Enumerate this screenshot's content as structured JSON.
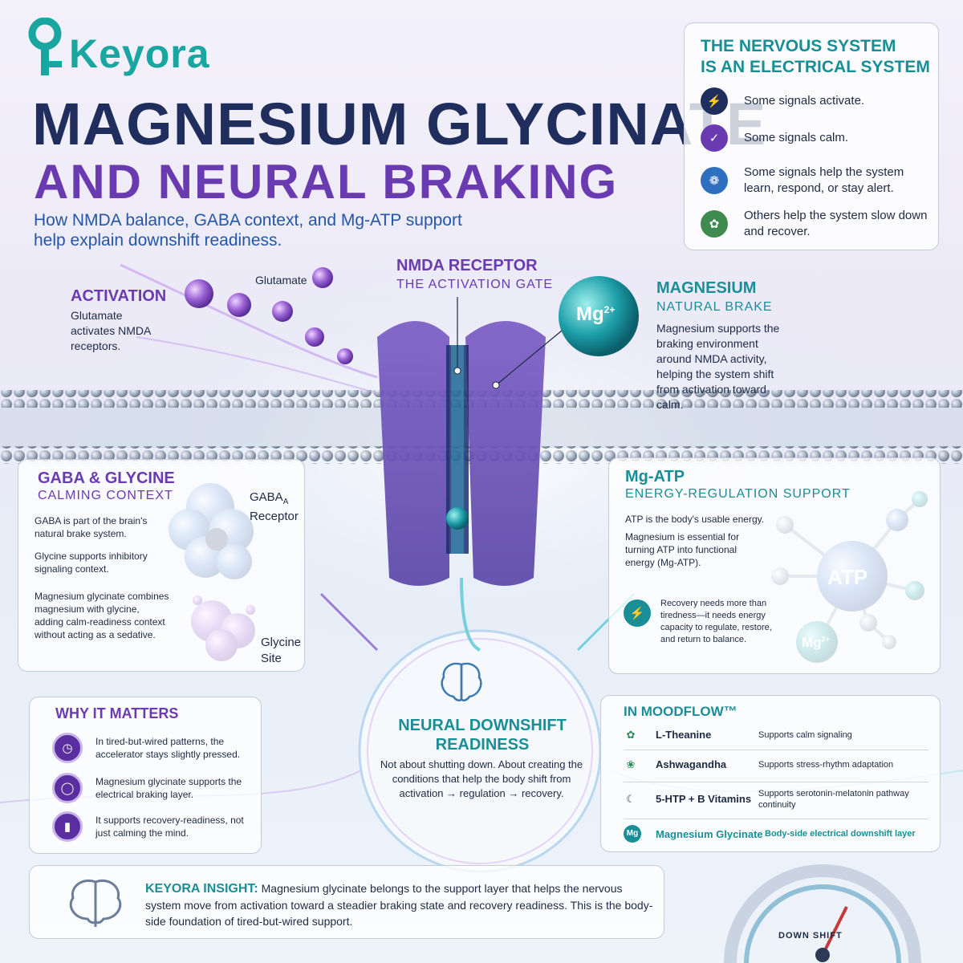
{
  "brand": {
    "logo_text": "Keyora"
  },
  "header": {
    "title_line1": "MAGNESIUM GLYCINATE",
    "title_line2": "AND NEURAL BRAKING",
    "subtitle": "How NMDA balance, GABA context, and Mg-ATP support help explain downshift readiness."
  },
  "nervous_system": {
    "title_line1": "THE NERVOUS SYSTEM",
    "title_line2": "IS AN ELECTRICAL SYSTEM",
    "items": [
      {
        "icon": "lightning-icon",
        "text": "Some signals activate."
      },
      {
        "icon": "shield-icon",
        "text": "Some signals calm."
      },
      {
        "icon": "brain-icon",
        "text": "Some signals help the system learn, respond, or stay alert."
      },
      {
        "icon": "leaf-icon",
        "text": "Others help the system slow down and recover."
      }
    ]
  },
  "activation": {
    "heading": "ACTIVATION",
    "body": "Glutamate activates NMDA receptors.",
    "molecule_label": "Glutamate"
  },
  "nmda": {
    "heading": "NMDA RECEPTOR",
    "subheading": "THE ACTIVATION GATE"
  },
  "magnesium": {
    "ion_label": "Mg",
    "ion_charge": "2+",
    "heading": "MAGNESIUM",
    "subheading": "NATURAL BRAKE",
    "body": "Magnesium supports the braking environment around NMDA activity, helping the system shift from activation toward calm."
  },
  "gaba": {
    "heading": "GABA & GLYCINE",
    "subheading": "CALMING CONTEXT",
    "p1": "GABA is part of the brain's natural brake system.",
    "p2": "Glycine supports inhibitory signaling context.",
    "p3": "Magnesium glycinate combines magnesium with glycine, adding calm-readiness context without acting as a sedative.",
    "receptor_label": "GABA",
    "receptor_sub": "A",
    "receptor_label2": "Receptor",
    "glycine_label1": "Glycine",
    "glycine_label2": "Site"
  },
  "mgatp": {
    "heading": "Mg-ATP",
    "subheading": "ENERGY-REGULATION SUPPORT",
    "p1": "ATP is the body's usable energy.",
    "p2": "Magnesium is essential for turning ATP into functional energy (Mg-ATP).",
    "p3": "Recovery needs more than tiredness—it needs energy capacity to regulate, restore, and return to balance.",
    "atp_label": "ATP",
    "mg_label": "Mg",
    "mg_charge": "2+"
  },
  "center": {
    "title_line1": "NEURAL DOWNSHIFT",
    "title_line2": "READINESS",
    "body": "Not about shutting down. About creating the conditions that help the body shift from activation → regulation → recovery."
  },
  "why": {
    "heading": "WHY IT MATTERS",
    "items": [
      {
        "icon": "gauge-icon",
        "text": "In tired-but-wired patterns, the accelerator stays slightly pressed."
      },
      {
        "icon": "brake-icon",
        "text": "Magnesium glycinate supports the electrical braking layer."
      },
      {
        "icon": "battery-icon",
        "text": "It supports recovery-readiness, not just calming the mind."
      }
    ]
  },
  "moodflow": {
    "heading": "IN MOODFLOW™",
    "rows": [
      {
        "icon": "leaf-icon",
        "name": "L-Theanine",
        "desc": "Supports calm signaling"
      },
      {
        "icon": "herb-icon",
        "name": "Ashwagandha",
        "desc": "Supports stress-rhythm adaptation"
      },
      {
        "icon": "moon-icon",
        "name": "5-HTP + B Vitamins",
        "desc": "Supports serotonin-melatonin pathway continuity"
      },
      {
        "icon": "mg-badge-icon",
        "name": "Magnesium Glycinate",
        "desc": "Body-side electrical downshift layer",
        "badge": "Mg"
      }
    ]
  },
  "insight": {
    "label": "KEYORA INSIGHT:",
    "text_first": "Magnesium glycinate belongs to the support layer that helps the",
    "text_rest": "nervous system move from activation toward a steadier braking state and recovery readiness. This is the body-side foundation of tired-but-wired support."
  },
  "gauge": {
    "label": "DOWN SHIFT"
  },
  "colors": {
    "navy": "#1f2e5c",
    "purple": "#6a3bb0",
    "teal": "#1a8e96",
    "blue": "#2356a8",
    "green": "#3f8a4e"
  }
}
